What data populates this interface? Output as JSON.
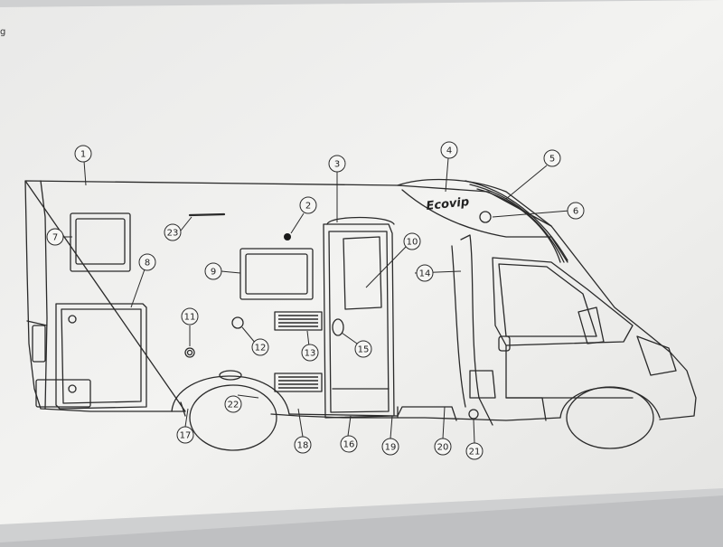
{
  "diagram": {
    "brand_text": "Ecovip",
    "callouts": [
      {
        "id": "1",
        "label": "1"
      },
      {
        "id": "2",
        "label": "2"
      },
      {
        "id": "3",
        "label": "3"
      },
      {
        "id": "4",
        "label": "4"
      },
      {
        "id": "5",
        "label": "5"
      },
      {
        "id": "6",
        "label": "6"
      },
      {
        "id": "7",
        "label": "7"
      },
      {
        "id": "8",
        "label": "8"
      },
      {
        "id": "9",
        "label": "9"
      },
      {
        "id": "10",
        "label": "10"
      },
      {
        "id": "11",
        "label": "11"
      },
      {
        "id": "12",
        "label": "12"
      },
      {
        "id": "13",
        "label": "13"
      },
      {
        "id": "14",
        "label": "14"
      },
      {
        "id": "15",
        "label": "15"
      },
      {
        "id": "16",
        "label": "16"
      },
      {
        "id": "17",
        "label": "17"
      },
      {
        "id": "18",
        "label": "18"
      },
      {
        "id": "19",
        "label": "19"
      },
      {
        "id": "20",
        "label": "20"
      },
      {
        "id": "21",
        "label": "21"
      },
      {
        "id": "22",
        "label": "22"
      },
      {
        "id": "23",
        "label": "23"
      }
    ],
    "colors": {
      "paper": "#f2f2f0",
      "line": "#2a2a2a",
      "background": "#bfc0c2"
    }
  }
}
